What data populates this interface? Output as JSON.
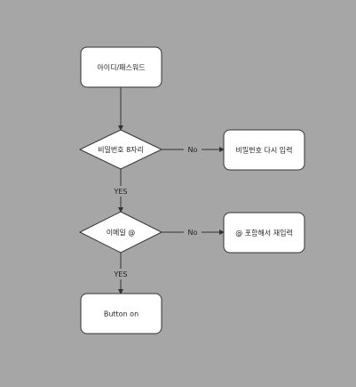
{
  "colors": {
    "background": "#a6a6a6",
    "node_fill": "#ffffff",
    "node_stroke": "#333333",
    "edge": "#333333",
    "text": "#222222"
  },
  "nodes": {
    "start": "아이디/패스워드",
    "check_password": "비밀번호 8자리",
    "password_retry": "비밀번호 다시 입력",
    "check_email": "이메일 @",
    "email_retry": "@ 포함해서 재입력",
    "button_on": "Button on"
  },
  "edges": {
    "password_no": "No",
    "password_yes": "YES",
    "email_no": "No",
    "email_yes": "YES"
  }
}
